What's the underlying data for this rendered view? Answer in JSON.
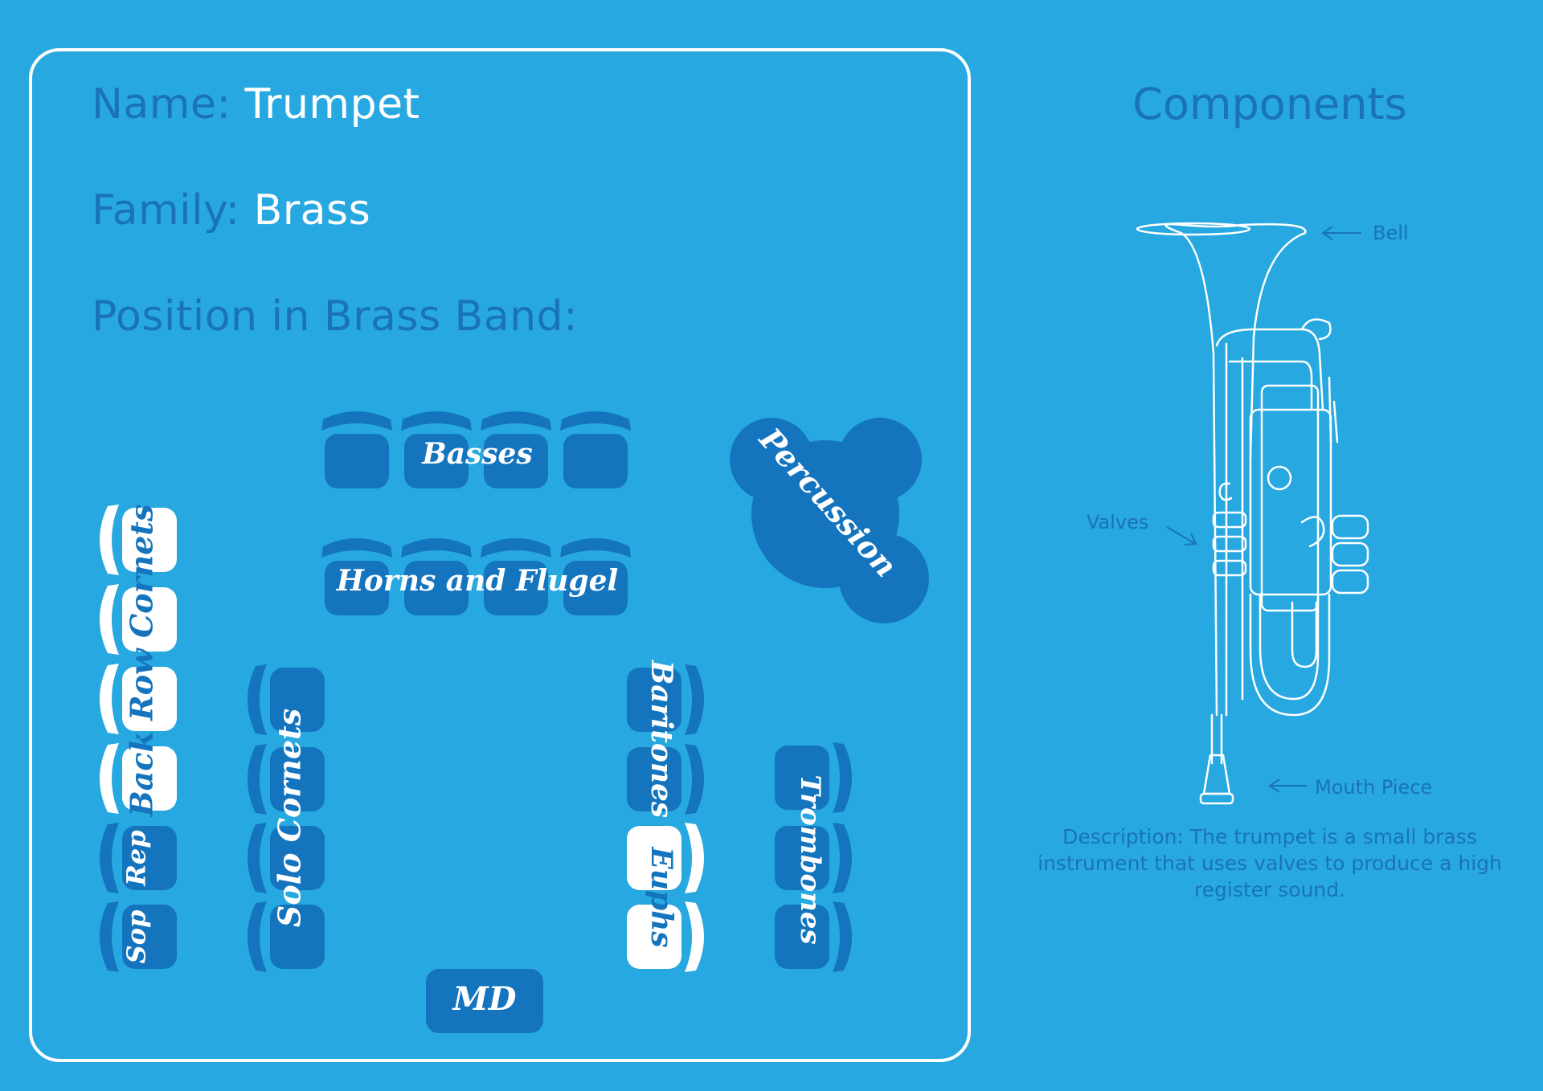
{
  "instrument": {
    "name_label": "Name:",
    "name_value": "Trumpet",
    "family_label": "Family:",
    "family_value": "Brass",
    "position_label": "Position in Brass Band:"
  },
  "seating": {
    "sections": {
      "basses": "Basses",
      "horns": "Horns and Flugel",
      "percussion": "Percussion",
      "back_row": "Back Row Cornets",
      "solo": "Solo Cornets",
      "rep": "Rep",
      "sop": "Sop",
      "baritones": "Baritones",
      "euphs": "Euphs",
      "trombones": "Trombones",
      "md": "MD"
    },
    "highlighted": [
      "back_row",
      "euphs"
    ],
    "colors": {
      "seat": "#1474be",
      "highlight": "#ffffff",
      "seat_text": "#ffffff",
      "highlight_text": "#1474be"
    }
  },
  "components": {
    "title": "Components",
    "labels": {
      "bell": "Bell",
      "valves": "Valves",
      "mouthpiece": "Mouth Piece"
    },
    "description": "Description: The trumpet is a small brass instrument that uses valves to produce a high register sound."
  },
  "colors": {
    "background": "#27a8e0",
    "heading": "#1a73b8",
    "value": "#ffffff",
    "line": "#ffffff"
  }
}
